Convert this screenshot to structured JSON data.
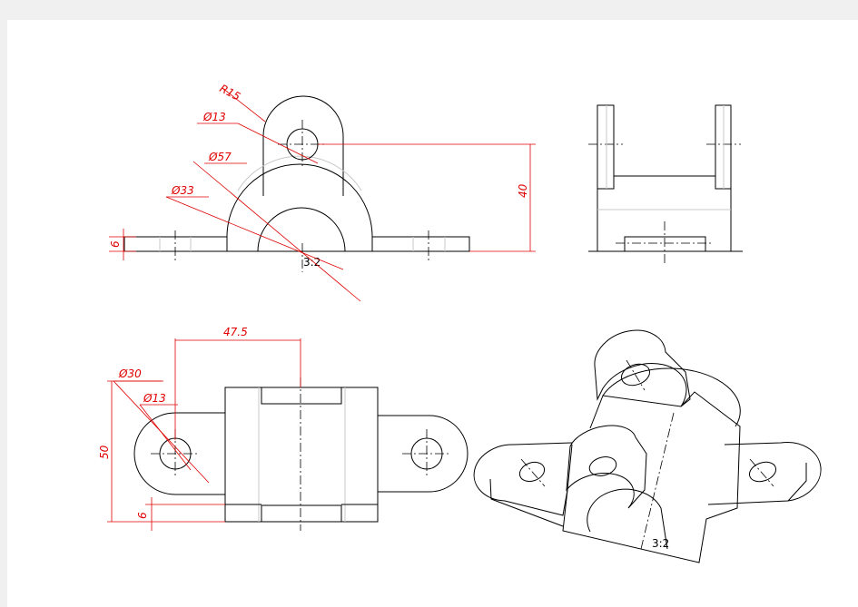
{
  "front_view": {
    "dim_r15": "R15",
    "dim_d13": "Ø13",
    "dim_d57": "Ø57",
    "dim_d33": "Ø33",
    "dim_height": "40",
    "dim_thickness": "6",
    "scale_label": "3:2"
  },
  "top_view": {
    "dim_width": "47.5",
    "dim_d30": "Ø30",
    "dim_d13": "Ø13",
    "dim_depth": "50",
    "dim_thickness": "6"
  },
  "iso_view": {
    "scale_label": "3:2"
  },
  "colors": {
    "dimension": "#e00000",
    "outline": "#000000",
    "hidden_faces": "#c8c8c8",
    "background": "#f0f0f0",
    "sheet": "#ffffff"
  }
}
